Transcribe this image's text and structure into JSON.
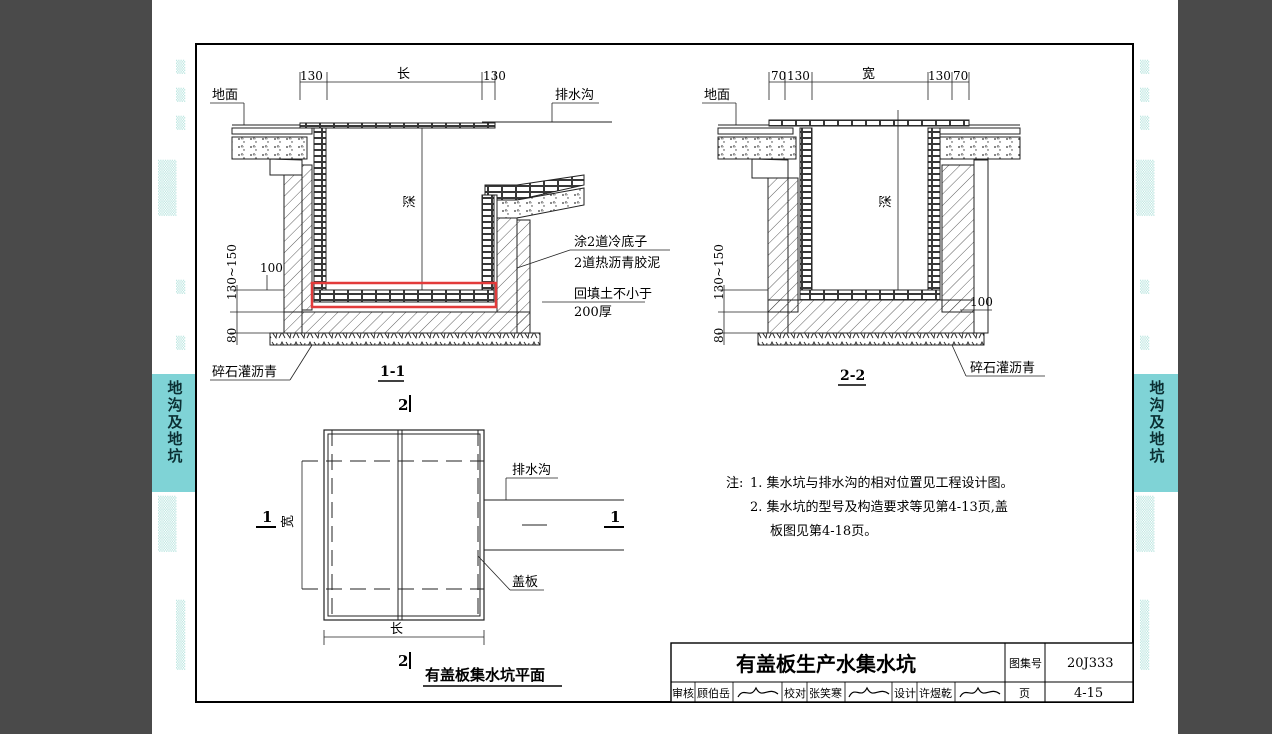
{
  "left_tab": {
    "active": "地沟及地坑"
  },
  "right_tab": {
    "active": "地沟及地坑"
  },
  "section11": {
    "title": "1-1",
    "dim_left": "130",
    "dim_mid": "长",
    "dim_right": "130",
    "ground": "地面",
    "drain": "排水沟",
    "depth": "深",
    "note1": "涂2道冷底子",
    "note2": "2道热沥青胶泥",
    "note3": "回填土不小于",
    "note4": "200厚",
    "dim_100": "100",
    "dim_vert": "130~150",
    "dim_80": "80",
    "gravel": "碎石灌沥青"
  },
  "section22": {
    "title": "2-2",
    "d1": "70",
    "d2": "130",
    "dim_mid": "宽",
    "d3": "130",
    "d4": "70",
    "ground": "地面",
    "depth": "深",
    "dim_100": "100",
    "dim_vert": "130~150",
    "dim_80": "80",
    "gravel": "碎石灌沥青"
  },
  "plan": {
    "mark_top": "2",
    "mark_bottom": "2",
    "mark_left": "1",
    "mark_right": "1",
    "width": "宽",
    "length": "长",
    "drain": "排水沟",
    "cover": "盖板",
    "title": "有盖板集水坑平面"
  },
  "notes": {
    "label": "注:",
    "n1": "1. 集水坑与排水沟的相对位置见工程设计图。",
    "n2": "2. 集水坑的型号及构造要求等见第4-13页,盖",
    "n2b": "板图见第4-18页。"
  },
  "title_block": {
    "title": "有盖板生产水集水坑",
    "atlas_label": "图集号",
    "atlas_no": "20J333",
    "page_label": "页",
    "page_no": "4-15",
    "review": "审核",
    "reviewer": "顾伯岳",
    "check": "校对",
    "checker": "张笑寒",
    "design": "设计",
    "designer": "许煜乾"
  },
  "colors": {
    "highlight": "#e23b3b",
    "tab": "#7fd3d6",
    "background": "#4a4a4a"
  }
}
